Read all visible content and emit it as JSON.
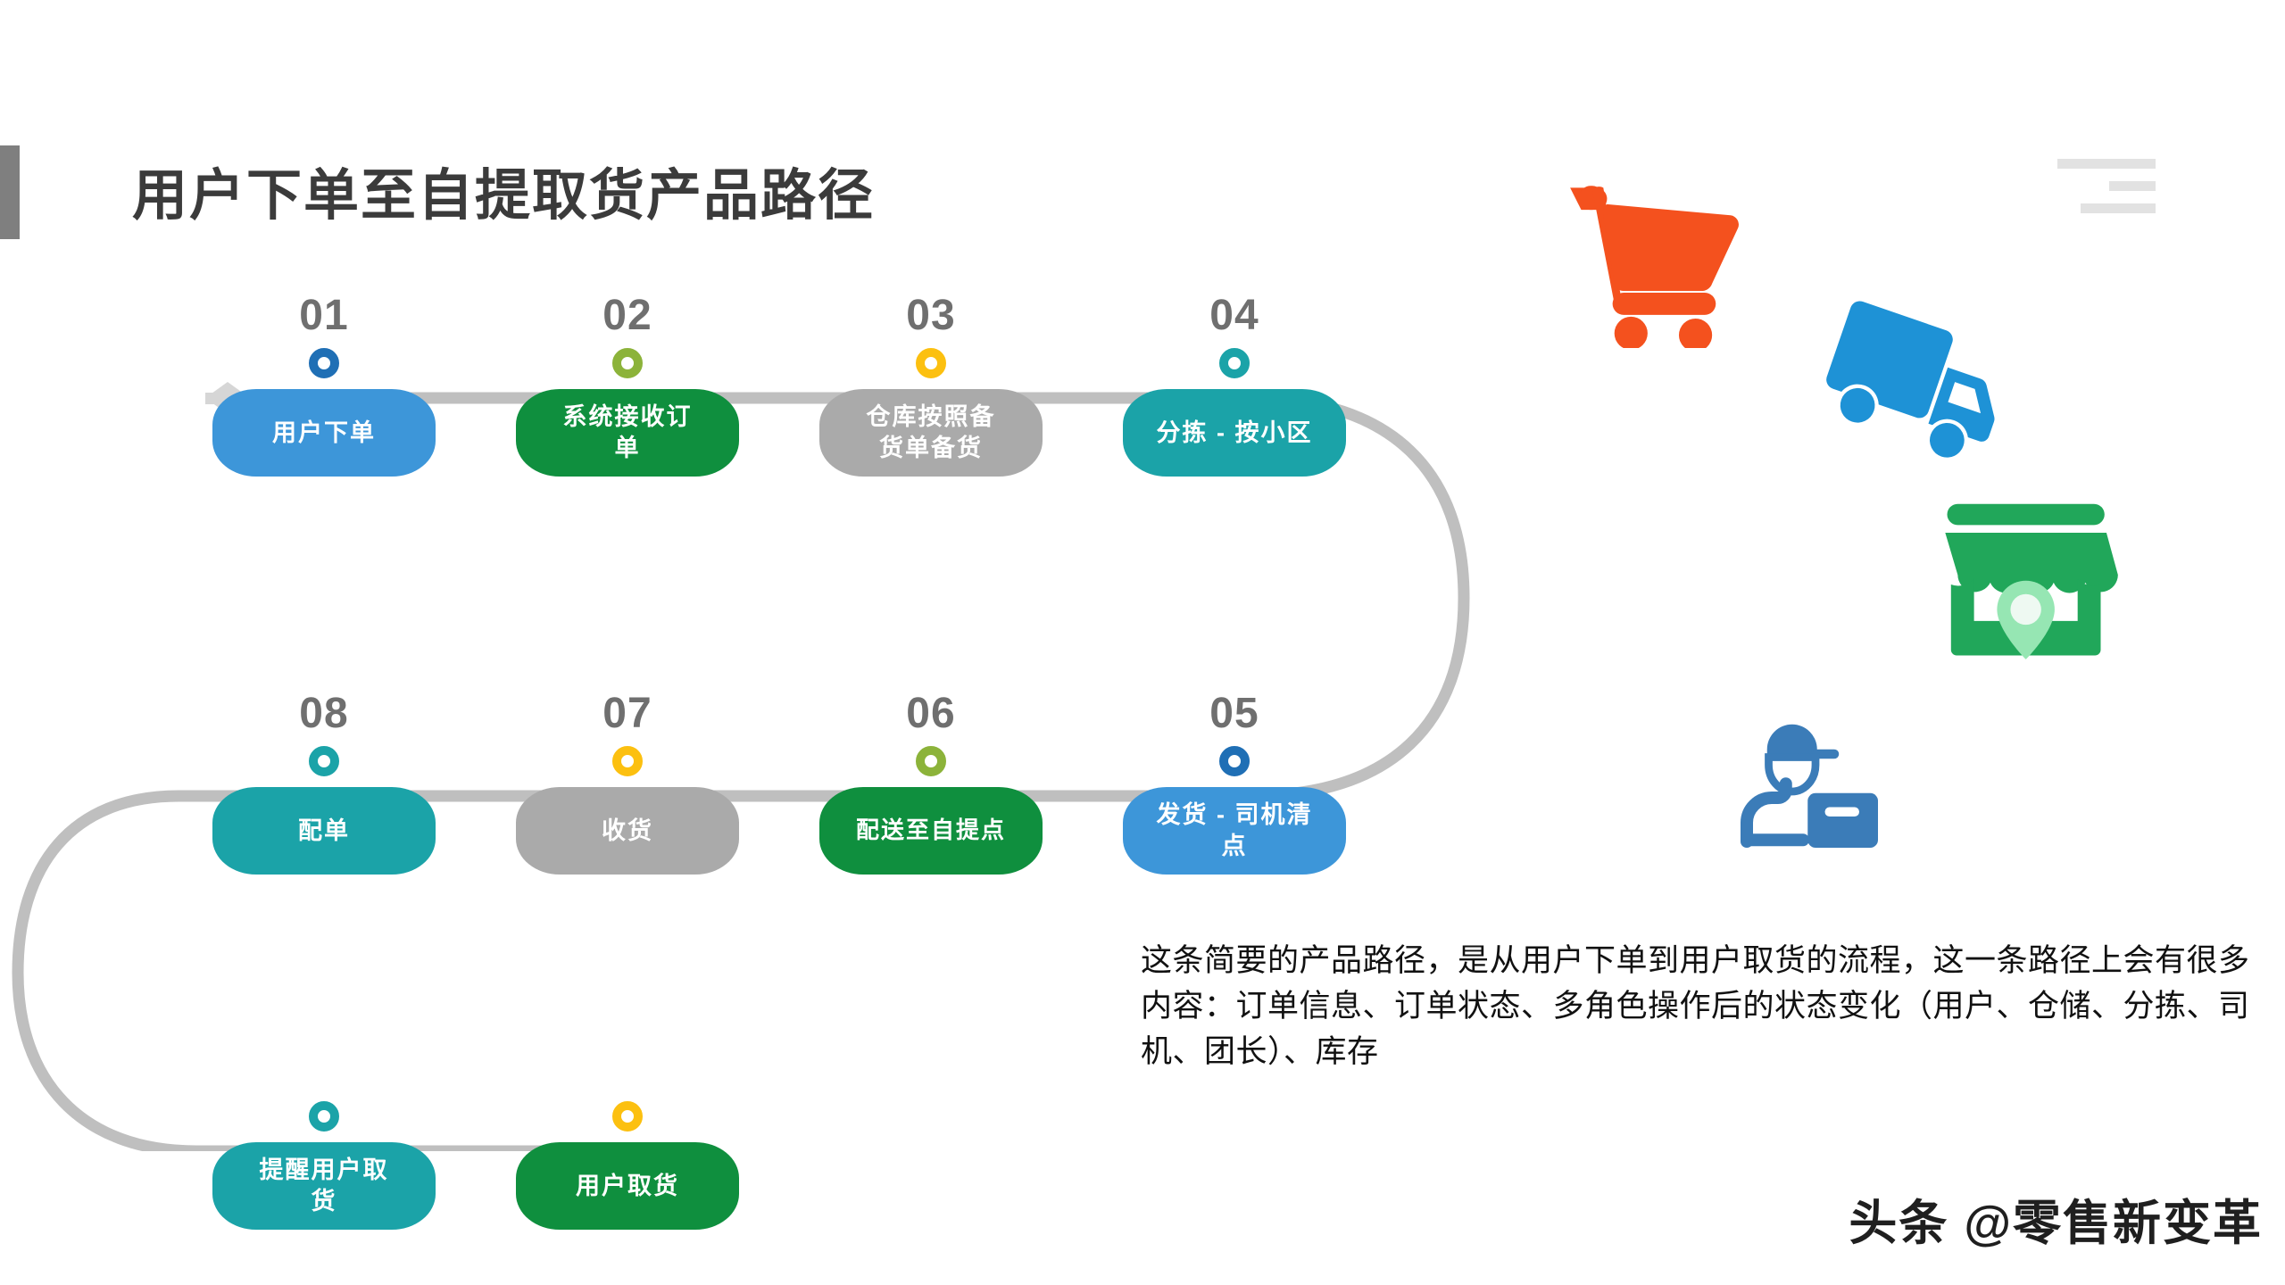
{
  "header": {
    "title": "用户下单至自提取货产品路径",
    "accent_bar_color": "#7f7f7f",
    "deco_menu_color": "#e2e2e2"
  },
  "flow": {
    "line_color": "#bfbfbf",
    "rows": [
      {
        "direction": "left-to-right",
        "steps": [
          {
            "number": "01",
            "label": "用户下单",
            "lines": [
              "用户下单"
            ],
            "color": "#3d96d9",
            "dot_color": "#1f6fb5"
          },
          {
            "number": "02",
            "label": "系统接收订单",
            "lines": [
              "系统接收订",
              "单"
            ],
            "color": "#0f8f3e",
            "dot_color": "#8cb33a"
          },
          {
            "number": "03",
            "label": "仓库按照备货单备货",
            "lines": [
              "仓库按照备",
              "货单备货"
            ],
            "color": "#aaaaaa",
            "dot_color": "#fcc010"
          },
          {
            "number": "04",
            "label": "分拣-按小区",
            "lines": [
              "分拣 - 按小区"
            ],
            "color": "#1ba3a8",
            "dot_color": "#1ba3a8"
          }
        ]
      },
      {
        "direction": "right-to-left",
        "steps": [
          {
            "number": "08",
            "label": "配单",
            "lines": [
              "配单"
            ],
            "color": "#1ba3a8",
            "dot_color": "#1ba3a8"
          },
          {
            "number": "07",
            "label": "收货",
            "lines": [
              "收货"
            ],
            "color": "#aaaaaa",
            "dot_color": "#fcc010"
          },
          {
            "number": "06",
            "label": "配送至自提点",
            "lines": [
              "配送至自提点"
            ],
            "color": "#0f8f3e",
            "dot_color": "#8cb33a"
          },
          {
            "number": "05",
            "label": "发货-司机清点",
            "lines": [
              "发货 - 司机清",
              "点"
            ],
            "color": "#3d96d9",
            "dot_color": "#1f6fb5"
          }
        ]
      },
      {
        "direction": "left-to-right",
        "steps": [
          {
            "number": "",
            "label": "提醒用户取货",
            "lines": [
              "提醒用户取",
              "货"
            ],
            "color": "#1ba3a8",
            "dot_color": "#1ba3a8"
          },
          {
            "number": "",
            "label": "用户取货",
            "lines": [
              "用户取货"
            ],
            "color": "#0f8f3e",
            "dot_color": "#fcc010"
          }
        ]
      }
    ]
  },
  "illustrations": [
    {
      "name": "shopping-cart-icon",
      "color": "#f4511e"
    },
    {
      "name": "delivery-truck-icon",
      "color": "#1e92d6"
    },
    {
      "name": "storefront-location-icon",
      "color": "#21a75a"
    },
    {
      "name": "delivery-person-icon",
      "color": "#3b7cb8"
    }
  ],
  "description": "这条简要的产品路径，是从用户下单到用户取货的流程，这一条路径上会有很多内容：订单信息、订单状态、多角色操作后的状态变化（用户、仓储、分拣、司机、团长）、库存",
  "watermark": "头条 @零售新变革"
}
